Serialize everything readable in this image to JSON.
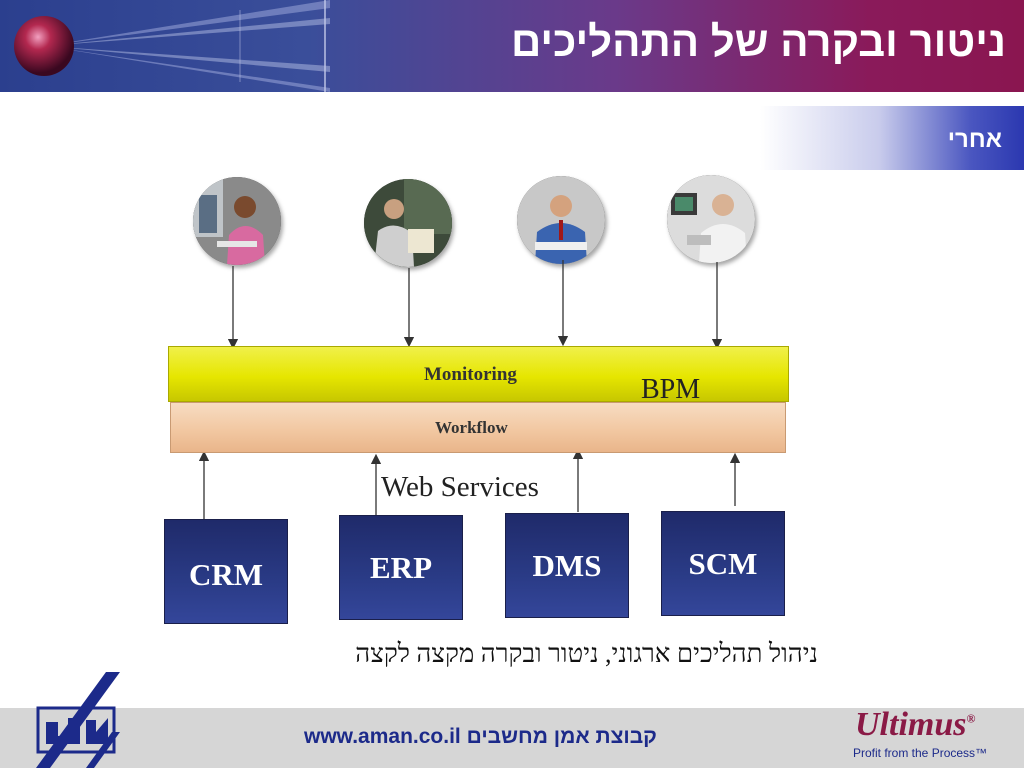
{
  "header": {
    "title": "ניטור ובקרה של התהליכים"
  },
  "subtitle": "אחרי",
  "diagram": {
    "monitoring_label": "Monitoring",
    "bpm_label": "BPM",
    "workflow_label": "Workflow",
    "web_services_label": "Web Services",
    "systems": [
      {
        "label": "CRM"
      },
      {
        "label": "ERP"
      },
      {
        "label": "DMS"
      },
      {
        "label": "SCM"
      }
    ],
    "caption": "ניהול תהליכים  ארגוני, ניטור ובקרה מקצה לקצה"
  },
  "footer": {
    "text": "www.aman.co.il קבוצת אמן מחשבים",
    "brand": "Ultimus",
    "brand_mark": "®",
    "tagline": "Profit from the Process™"
  },
  "colors": {
    "header_start": "#2b3f8e",
    "header_end": "#8a1650",
    "monitoring": "#e6e600",
    "workflow": "#f2c8a2",
    "system_box": "#2a3b86",
    "footer_text": "#1c2a8a",
    "brand": "#8a1a46"
  }
}
